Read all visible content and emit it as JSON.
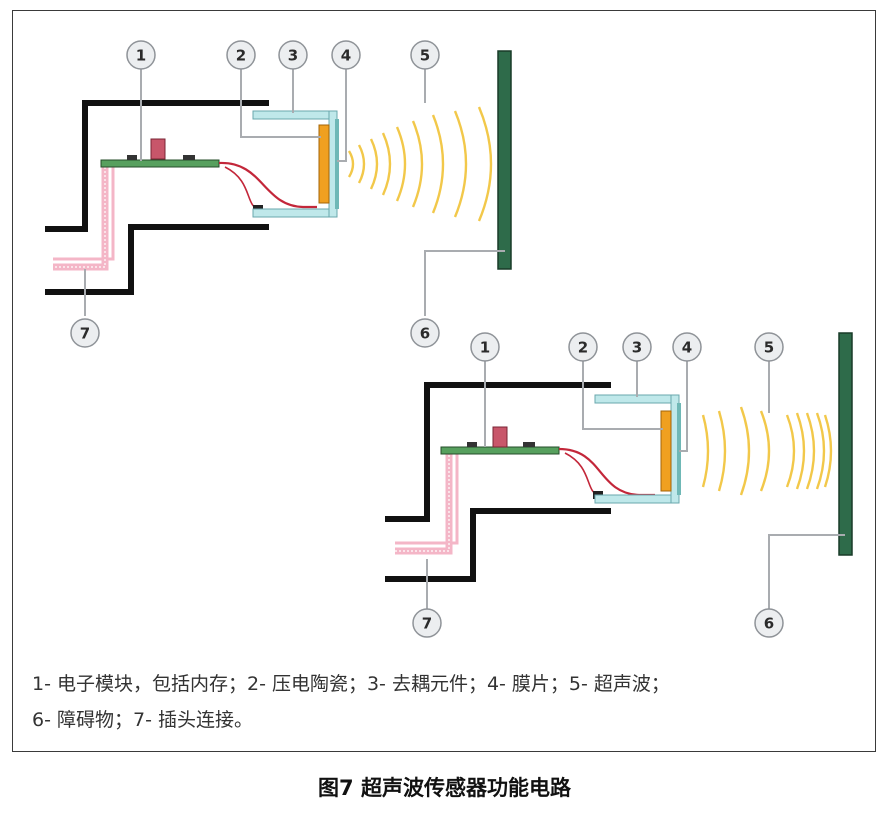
{
  "diagram": {
    "callouts": {
      "c1": "1",
      "c2": "2",
      "c3": "3",
      "c4": "4",
      "c5": "5",
      "c6": "6",
      "c7": "7"
    },
    "colors": {
      "housing": "#111111",
      "plug": "#f4b6c7",
      "pcb": "#57a05e",
      "decoupler": "#bfe8ea",
      "piezo": "#f0a020",
      "wave": "#f2c84a",
      "obstacle": "#2e6b4a",
      "wire": "#c3273a"
    }
  },
  "legend": {
    "line1": "1- 电子模块，包括内存；2- 压电陶瓷；3- 去耦元件；4- 膜片；5- 超声波；",
    "line2": "6- 障碍物；7- 插头连接。"
  },
  "caption": "图7 超声波传感器功能电路"
}
